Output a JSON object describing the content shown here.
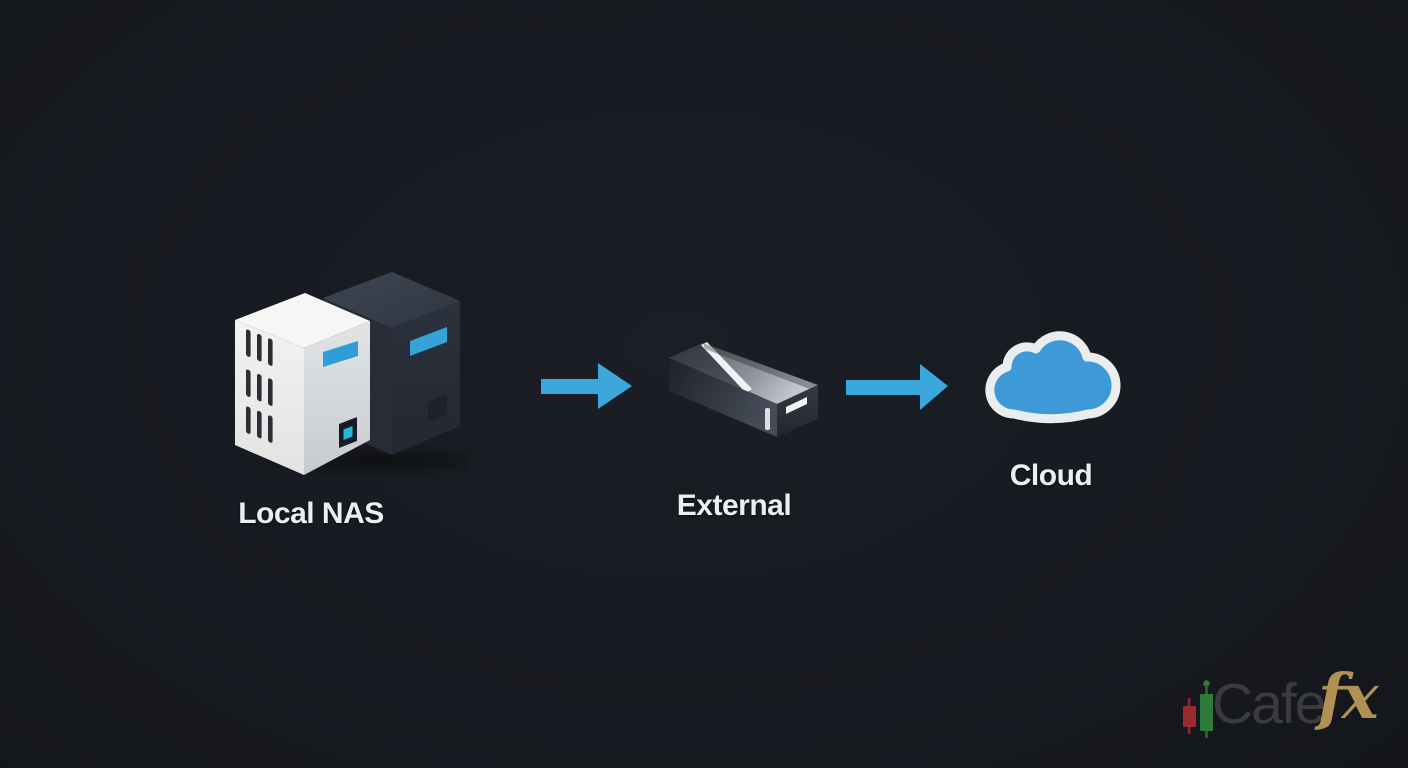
{
  "diagram": {
    "description": "Backup flow diagram on dark slide",
    "nodes": [
      {
        "id": "local-nas",
        "label": "Local NAS",
        "icon": "nas-towers-icon"
      },
      {
        "id": "external",
        "label": "External",
        "icon": "external-drive-icon"
      },
      {
        "id": "cloud",
        "label": "Cloud",
        "icon": "cloud-icon"
      }
    ],
    "connections": [
      {
        "from": "local-nas",
        "to": "external",
        "icon": "arrow-right-icon"
      },
      {
        "from": "external",
        "to": "cloud",
        "icon": "arrow-right-icon"
      }
    ]
  },
  "colors": {
    "background": "#171a20",
    "accent_blue": "#3ba7da",
    "label_text": "#eceef0",
    "cloud_fill": "#3e9ad6",
    "cloud_outline": "#ebecee",
    "candle_red": "#9b2a2e",
    "candle_green": "#2d7c3b",
    "brand_gray": "#3b3b3e",
    "brand_gold": "#b09055"
  },
  "watermark": {
    "brand_prefix": "Cafe",
    "brand_suffix": "fx"
  }
}
